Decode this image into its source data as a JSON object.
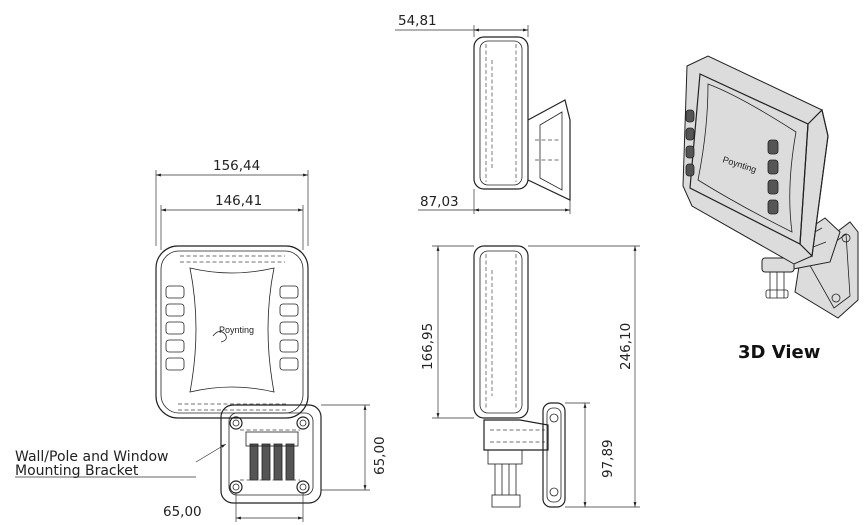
{
  "dimensions": {
    "overall_width": "156,44",
    "face_width": "146,41",
    "depth_top": "54,81",
    "depth_with_bracket": "87,03",
    "body_height": "166,95",
    "overall_height": "246,10",
    "bracket_height_front": "65,00",
    "bracket_width": "65,00",
    "bracket_height_side": "97,89"
  },
  "labels": {
    "bracket_callout_line1": "Wall/Pole and Window",
    "bracket_callout_line2": "Mounting Bracket",
    "view_3d": "3D View",
    "brand_front": "Poynting",
    "brand_3d": "Poynting"
  }
}
